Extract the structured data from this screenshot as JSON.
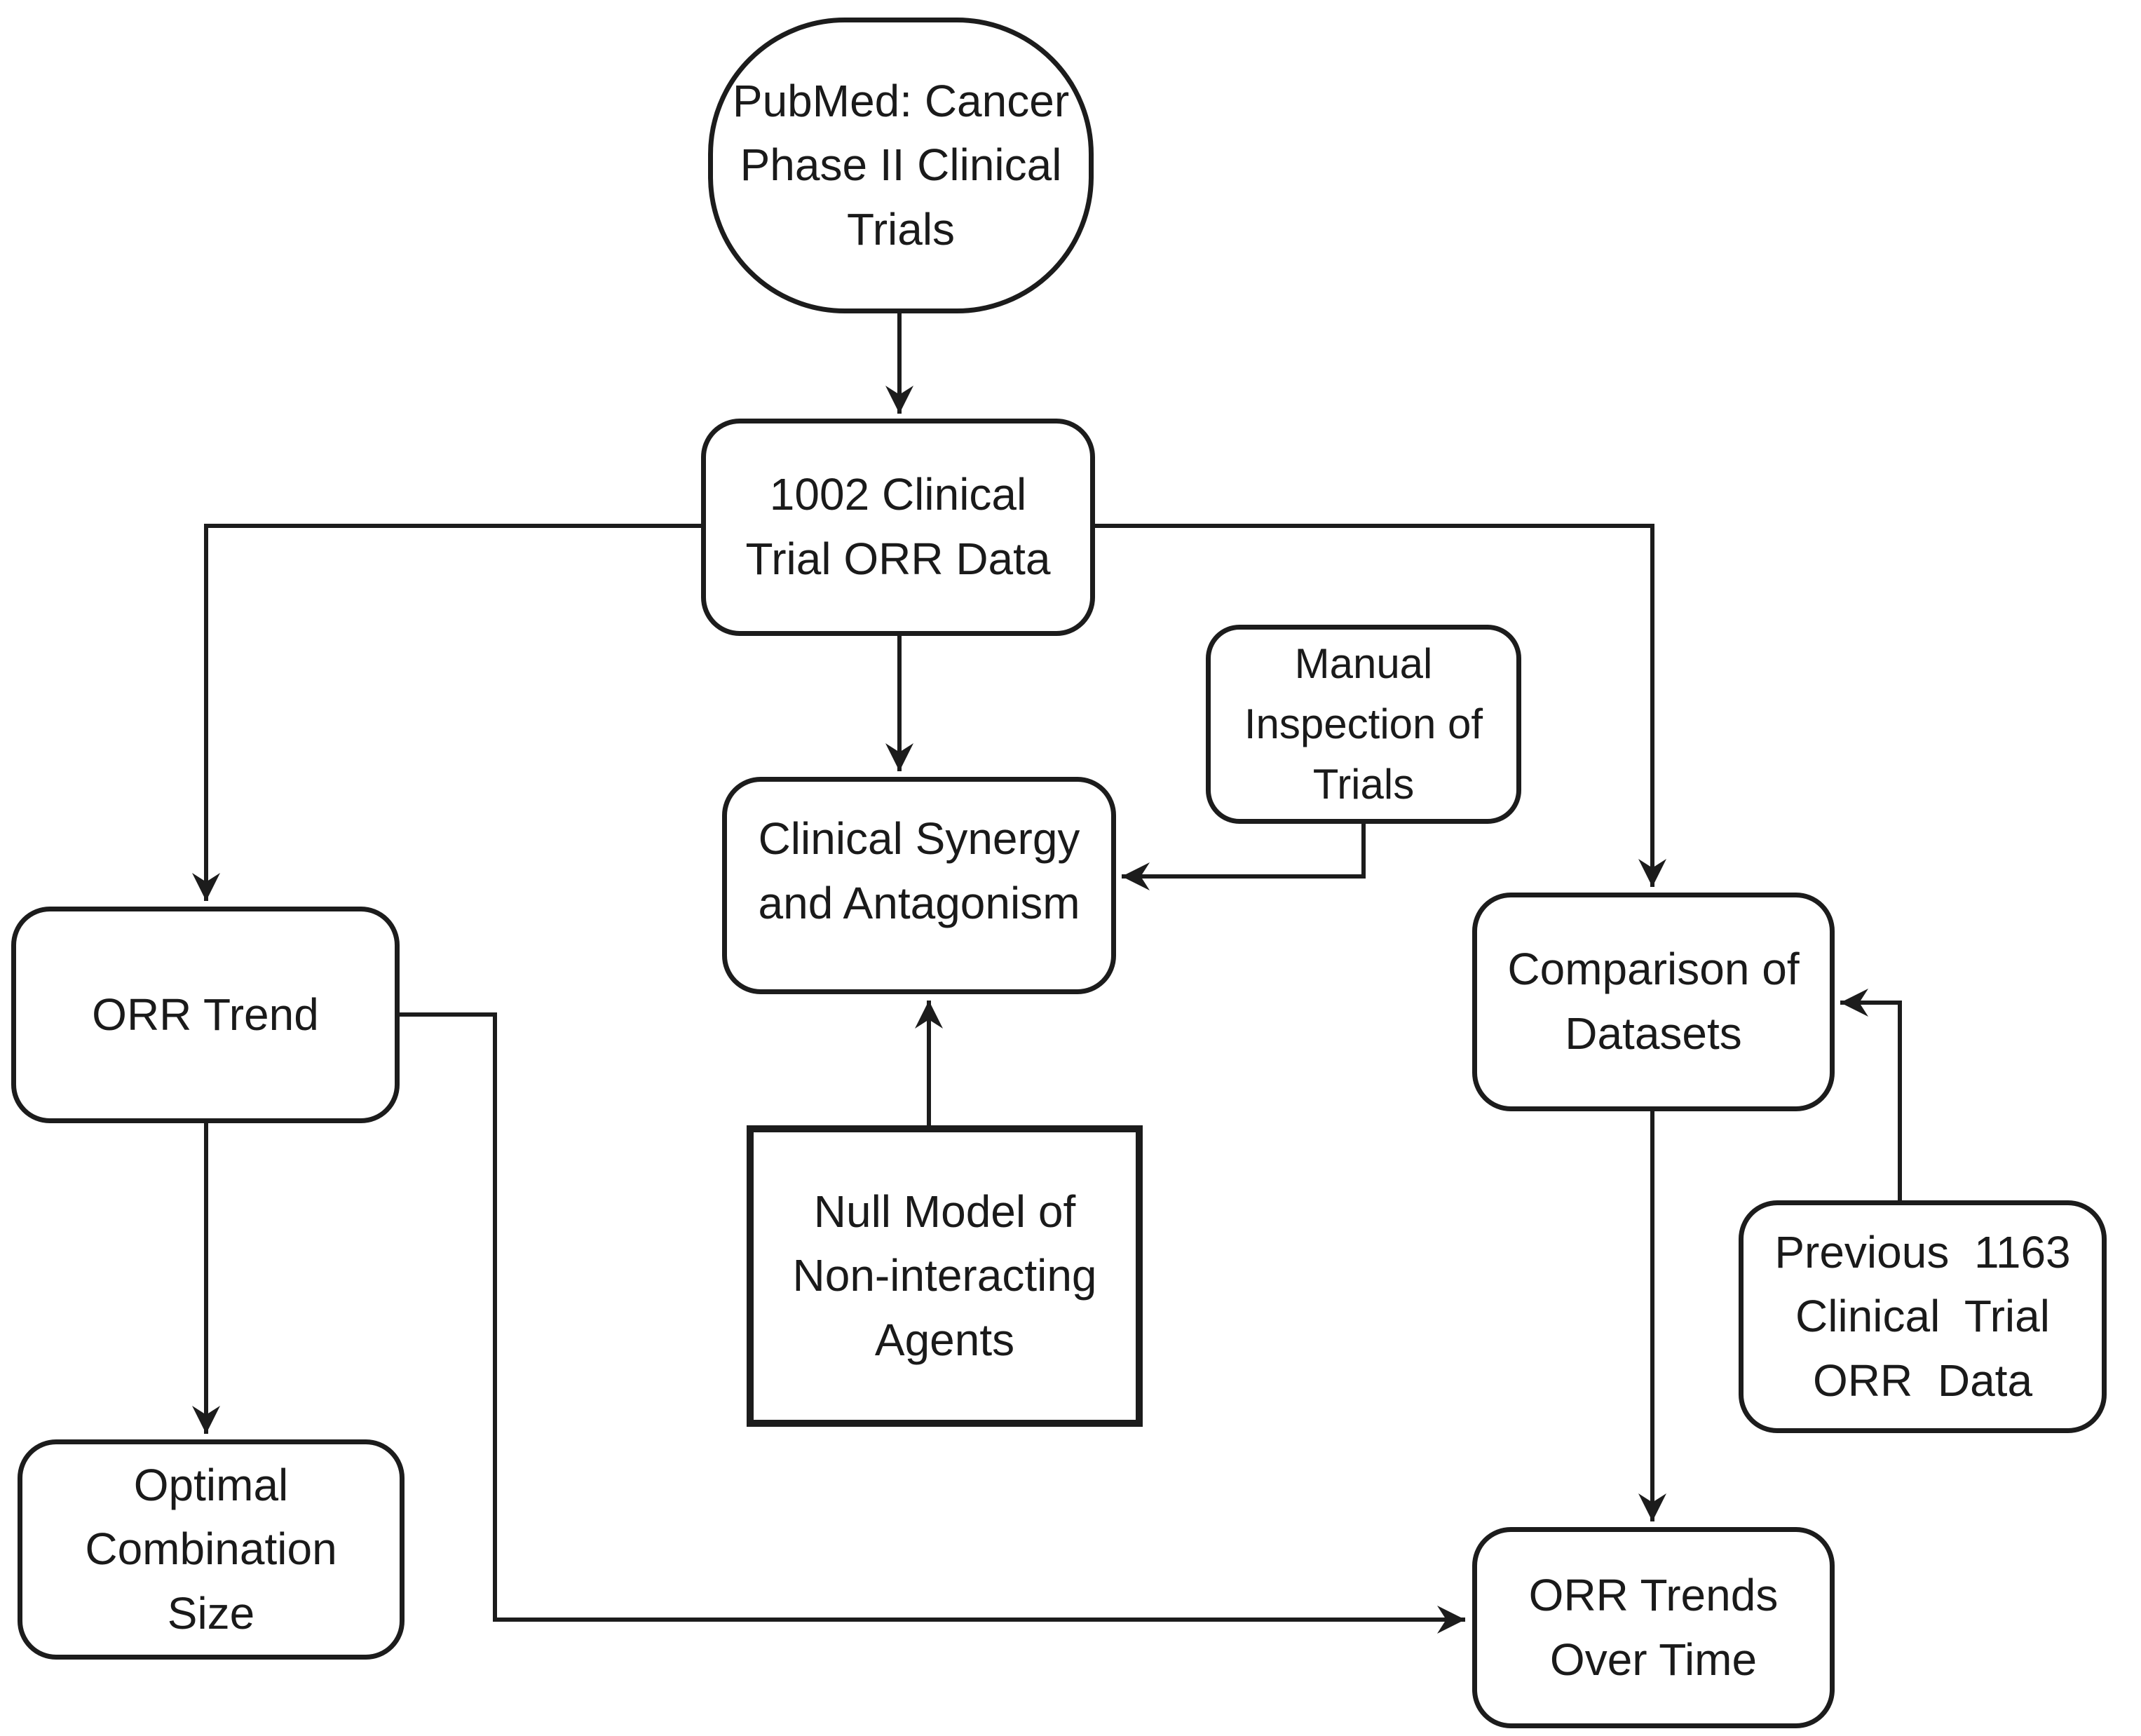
{
  "diagram": {
    "title": "Clinical trial ORR data analysis workflow",
    "colors": {
      "background": "#ffffff",
      "line": "#1c1c1c",
      "node_fill": "#ffffff",
      "text": "#1a1a1a"
    },
    "nodes": {
      "pubmed": {
        "shape": "stadium",
        "label": "PubMed: Cancer Phase II Clinical Trials",
        "lines": [
          "PubMed: Cancer",
          "Phase II Clinical",
          "Trials"
        ]
      },
      "data1002": {
        "shape": "rounded",
        "label": "1002 Clinical Trial ORR Data",
        "lines": [
          "1002 Clinical",
          "Trial ORR Data"
        ]
      },
      "manual": {
        "shape": "rounded",
        "label": "Manual Inspection of Trials",
        "lines": [
          "Manual",
          "Inspection of",
          "Trials"
        ]
      },
      "synergy": {
        "shape": "rounded",
        "label": "Clinical Synergy and Antagonism",
        "lines": [
          "Clinical Synergy",
          "and Antagonism"
        ]
      },
      "comparison": {
        "shape": "rounded",
        "label": "Comparison of Datasets",
        "lines": [
          "Comparison of",
          "Datasets"
        ]
      },
      "orr_trend": {
        "shape": "rounded",
        "label": "ORR Trend",
        "lines": [
          "ORR Trend"
        ]
      },
      "null_model": {
        "shape": "sharp",
        "label": "Null Model of Non-interacting Agents",
        "lines": [
          "Null Model of",
          "Non-interacting",
          "Agents"
        ]
      },
      "previous1163": {
        "shape": "rounded",
        "label": "Previous 1163 Clinical Trial ORR Data",
        "lines": [
          "Previous 1163",
          "Clinical Trial",
          "ORR Data"
        ]
      },
      "optimal": {
        "shape": "rounded",
        "label": "Optimal Combination Size",
        "lines": [
          "Optimal",
          "Combination",
          "Size"
        ]
      },
      "orr_trends_time": {
        "shape": "rounded",
        "label": "ORR Trends Over Time",
        "lines": [
          "ORR Trends",
          "Over Time"
        ]
      }
    },
    "edges": [
      {
        "from": "pubmed",
        "to": "data1002"
      },
      {
        "from": "data1002",
        "to": "synergy"
      },
      {
        "from": "data1002",
        "to": "orr_trend"
      },
      {
        "from": "data1002",
        "to": "comparison"
      },
      {
        "from": "manual",
        "to": "synergy"
      },
      {
        "from": "null_model",
        "to": "synergy"
      },
      {
        "from": "orr_trend",
        "to": "optimal"
      },
      {
        "from": "orr_trend",
        "to": "orr_trends_time"
      },
      {
        "from": "comparison",
        "to": "orr_trends_time"
      },
      {
        "from": "previous1163",
        "to": "comparison"
      }
    ]
  }
}
